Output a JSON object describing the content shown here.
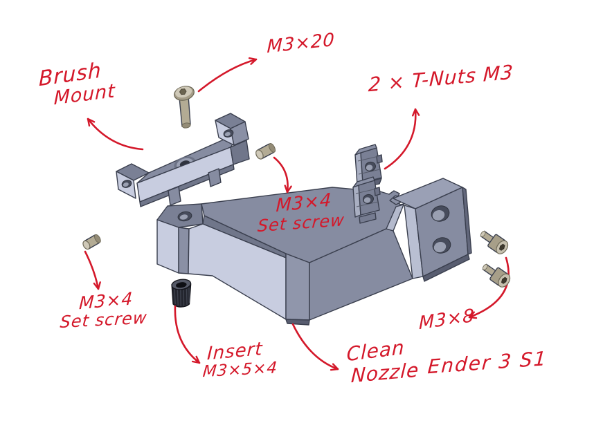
{
  "diagram": {
    "title": "Clean Nozzle Ender 3 S1",
    "type": "exploded-assembly-annotated",
    "background_color": "#ffffff",
    "annotation_color": "#d4182a",
    "cad_colors": {
      "outline": "#3a3f4e",
      "face_light": "#c8cde0",
      "face_medium": "#8a90a5",
      "face_dark": "#70768a",
      "metal_tan": "#b3ab94",
      "metal_light": "#cfc9b8",
      "metal_dark": "#948c77",
      "insert_black": "#23252e"
    },
    "labels": {
      "brush_mount": {
        "line1": "Brush",
        "line2": "Mount"
      },
      "m3x20": {
        "text": "M3×20"
      },
      "tnuts": {
        "text": "2 × T-Nuts M3"
      },
      "set_screw_right": {
        "line1": "M3×4",
        "line2": "Set screw"
      },
      "set_screw_left": {
        "line1": "M3×4",
        "line2": "Set screw"
      },
      "insert": {
        "line1": "Insert",
        "line2": "M3×5×4"
      },
      "m3x8": {
        "text": "M3×8"
      },
      "product": {
        "line1": "Clean",
        "line2": "Nozzle",
        "line3": "Ender 3 S1"
      }
    },
    "parts": [
      {
        "id": "m3x20-screw",
        "label_ref": "M3×20"
      },
      {
        "id": "brush-mount",
        "label_ref": "Brush Mount"
      },
      {
        "id": "tnut-upper",
        "label_ref": "2 × T-Nuts M3"
      },
      {
        "id": "tnut-lower",
        "label_ref": "2 × T-Nuts M3"
      },
      {
        "id": "set-screw-right",
        "label_ref": "M3×4 Set screw"
      },
      {
        "id": "set-screw-left",
        "label_ref": "M3×4 Set screw"
      },
      {
        "id": "heat-insert",
        "label_ref": "Insert M3×5×4"
      },
      {
        "id": "main-bracket",
        "label_ref": "Clean Nozzle Ender 3 S1"
      },
      {
        "id": "m3x8-screw-upper",
        "label_ref": "M3×8"
      },
      {
        "id": "m3x8-screw-lower",
        "label_ref": "M3×8"
      }
    ],
    "arrows": [
      {
        "from": "brush-mount",
        "to": "label brush_mount"
      },
      {
        "from": "m3x20-screw",
        "to": "label m3x20"
      },
      {
        "from": "tnut-upper",
        "to": "label tnuts"
      },
      {
        "from": "set-screw-right",
        "to": "label set_screw_right"
      },
      {
        "from": "set-screw-left",
        "to": "label set_screw_left"
      },
      {
        "from": "heat-insert",
        "to": "label insert"
      },
      {
        "from": "main-bracket",
        "to": "label product"
      },
      {
        "from": "m3x8-screw-upper",
        "to": "label m3x8"
      }
    ]
  }
}
